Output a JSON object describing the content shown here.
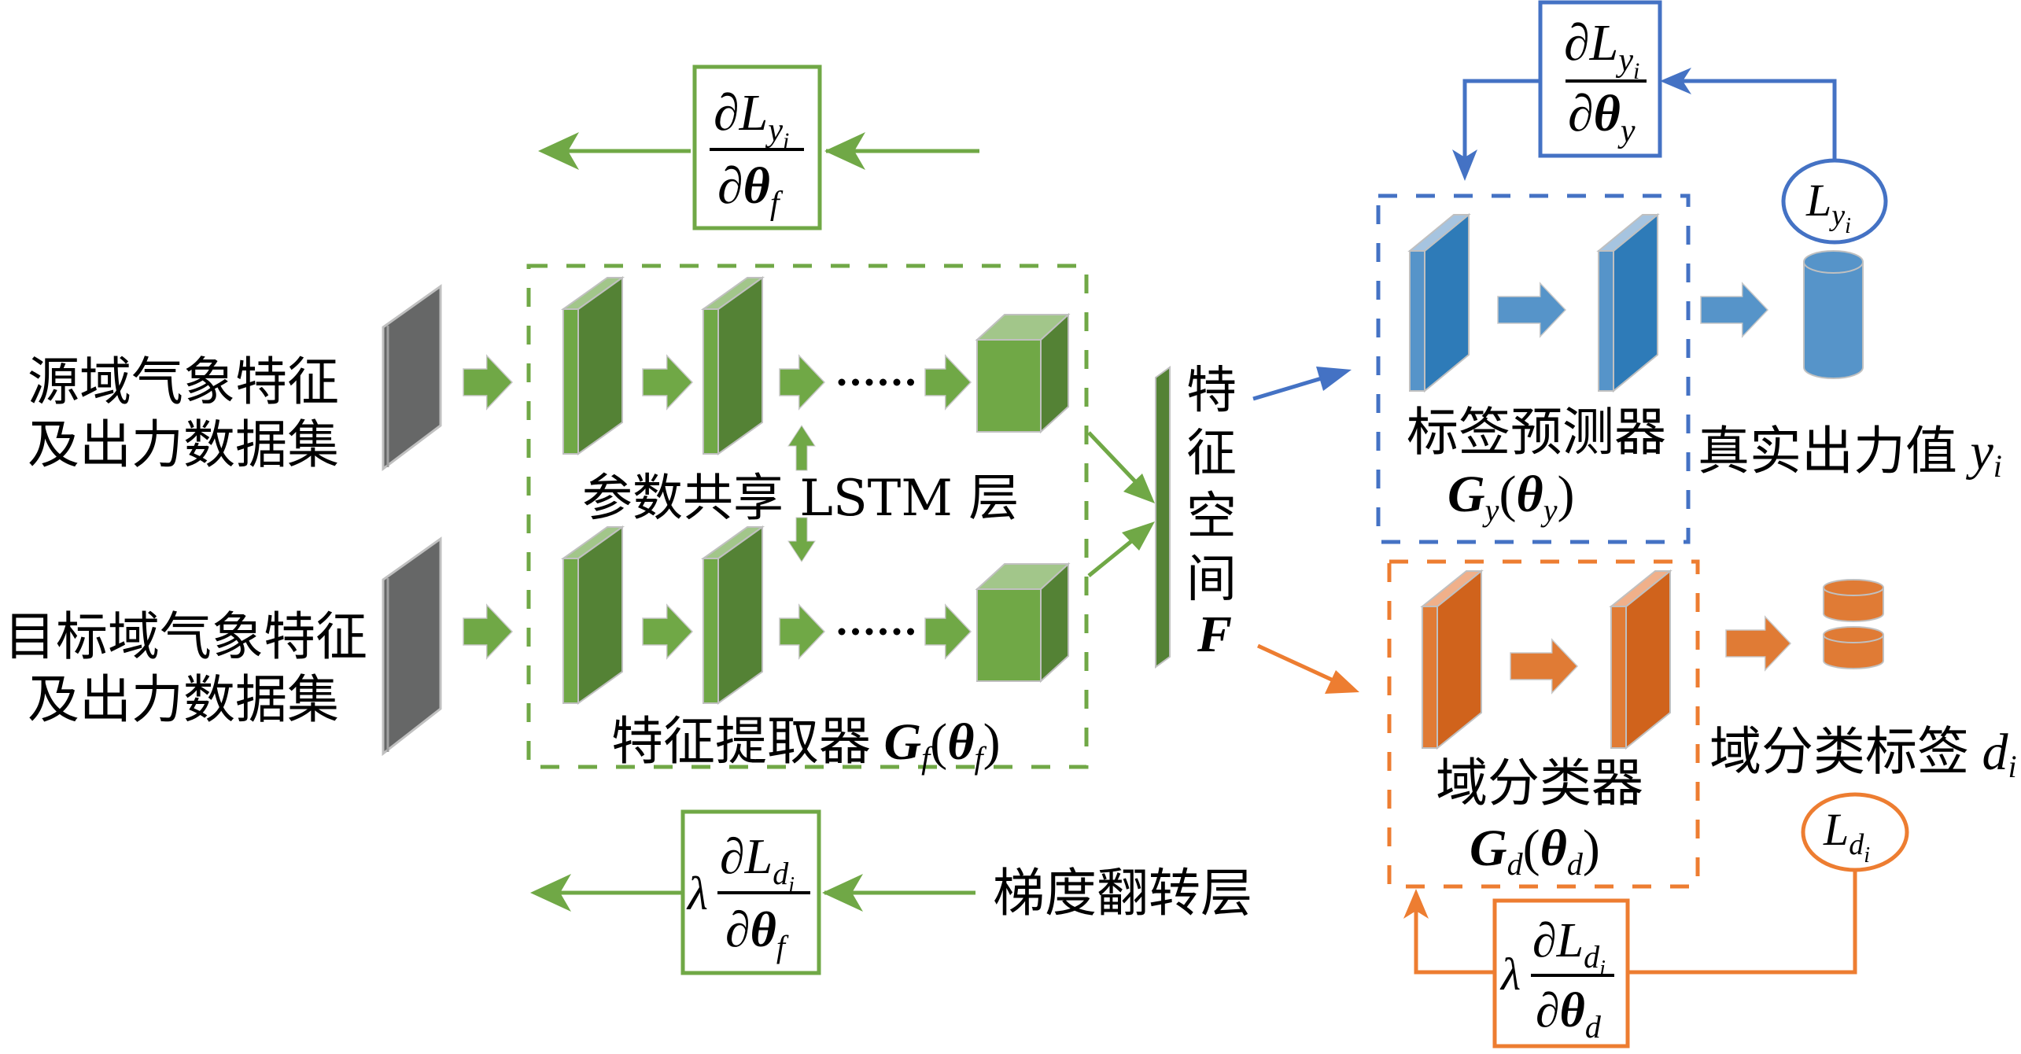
{
  "colors": {
    "green": "#70a846",
    "green_dark": "#548235",
    "green_light": "#a2c68a",
    "blue": "#4472c4",
    "blue_face": "#5694c9",
    "blue_dark": "#2e7bb8",
    "blue_light": "#a6c4e0",
    "orange": "#ed7d31",
    "orange_face": "#e07b35",
    "orange_dark": "#d0631c",
    "orange_light": "#f0b08a",
    "gray": "#666767",
    "gray_edge": "#c0c0c0"
  },
  "inputs": {
    "source_line1": "源域气象特征",
    "source_line2": "及出力数据集",
    "target_line1": "目标域气象特征",
    "target_line2": "及出力数据集"
  },
  "feature_extractor": {
    "shared_label": "参数共享 LSTM 层",
    "label": "特征提取器",
    "symbol": "G",
    "symbol_sub": "f",
    "param": "θ",
    "param_sub": "f",
    "ellipsis": "······"
  },
  "feature_space": {
    "chars": [
      "特",
      "征",
      "空",
      "间"
    ],
    "symbol": "F"
  },
  "label_predictor": {
    "label": "标签预测器",
    "symbol": "G",
    "symbol_sub": "y",
    "param": "θ",
    "param_sub": "y",
    "output_label": "真实出力值",
    "output_var": "y",
    "output_sub": "i",
    "loss": "L",
    "loss_sub": "y",
    "loss_subsub": "i",
    "gradient": {
      "num": "∂L",
      "num_sub": "y",
      "num_subsub": "i",
      "den": "∂",
      "den_theta": "θ",
      "den_sub": "y"
    }
  },
  "domain_classifier": {
    "label": "域分类器",
    "symbol": "G",
    "symbol_sub": "d",
    "param": "θ",
    "param_sub": "d",
    "output_label": "域分类标签",
    "output_var": "d",
    "output_sub": "i",
    "loss": "L",
    "loss_sub": "d",
    "loss_subsub": "i",
    "gradient": {
      "lambda": "λ",
      "num": "∂L",
      "num_sub": "d",
      "num_subsub": "i",
      "den": "∂",
      "den_theta": "θ",
      "den_sub": "d"
    }
  },
  "gradient_feature_top": {
    "num": "∂L",
    "num_sub": "y",
    "num_subsub": "i",
    "den": "∂",
    "den_theta": "θ",
    "den_sub": "f"
  },
  "gradient_feature_bottom": {
    "lambda": "λ",
    "num": "∂L",
    "num_sub": "d",
    "num_subsub": "i",
    "den": "∂",
    "den_theta": "θ",
    "den_sub": "f"
  },
  "grl_label": "梯度翻转层"
}
